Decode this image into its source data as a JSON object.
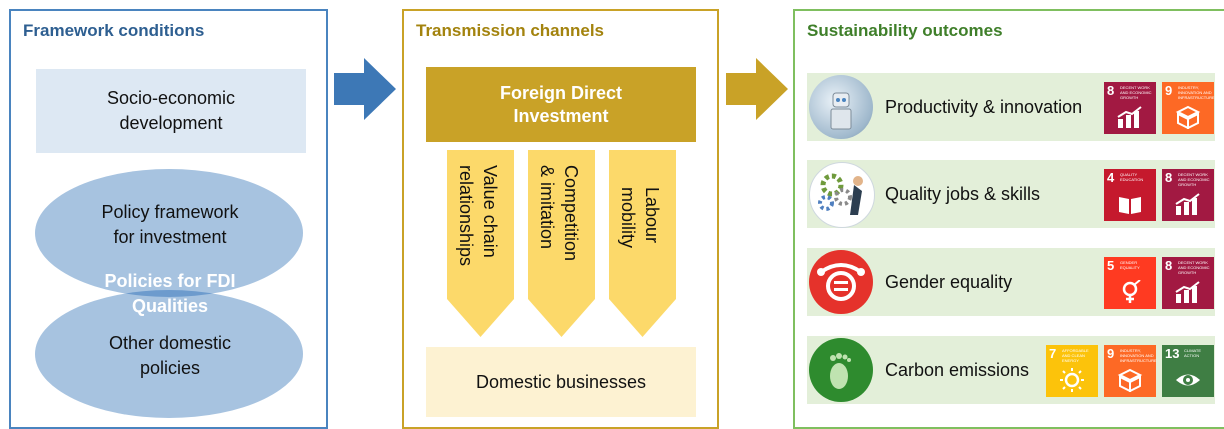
{
  "framework": {
    "title": "Framework conditions",
    "socio": [
      "Socio-economic",
      "development"
    ],
    "policy_framework": [
      "Policy framework",
      "for investment"
    ],
    "policies_fdi": [
      "Policies for FDI",
      "Qualities"
    ],
    "other_policies": [
      "Other domestic",
      "policies"
    ]
  },
  "transmission": {
    "title": "Transmission channels",
    "fdi": [
      "Foreign Direct",
      "Investment"
    ],
    "channels": [
      {
        "line1": "Value chain",
        "line2": "relationships"
      },
      {
        "line1": "Competition",
        "line2": "& imitation"
      },
      {
        "line1": "Labour",
        "line2": "mobility"
      }
    ],
    "domestic": "Domestic businesses"
  },
  "outcomes": {
    "title": "Sustainability outcomes",
    "items": [
      {
        "label": "Productivity & innovation",
        "icon": "robot-icon",
        "sdgs": [
          {
            "num": "8",
            "text": "DECENT WORK AND ECONOMIC GROWTH",
            "color": "#a21942",
            "glyph": "chart-up-icon"
          },
          {
            "num": "9",
            "text": "INDUSTRY, INNOVATION AND INFRASTRUCTURE",
            "color": "#fd6925",
            "glyph": "cubes-icon"
          }
        ]
      },
      {
        "label": "Quality jobs & skills",
        "icon": "gears-worker-icon",
        "sdgs": [
          {
            "num": "4",
            "text": "QUALITY EDUCATION",
            "color": "#c5192d",
            "glyph": "book-icon"
          },
          {
            "num": "8",
            "text": "DECENT WORK AND ECONOMIC GROWTH",
            "color": "#a21942",
            "glyph": "chart-up-icon"
          }
        ]
      },
      {
        "label": "Gender equality",
        "icon": "equality-icon",
        "sdgs": [
          {
            "num": "5",
            "text": "GENDER EQUALITY",
            "color": "#ff3a21",
            "glyph": "gender-icon"
          },
          {
            "num": "8",
            "text": "DECENT WORK AND ECONOMIC GROWTH",
            "color": "#a21942",
            "glyph": "chart-up-icon"
          }
        ]
      },
      {
        "label": "Carbon emissions",
        "icon": "footprint-icon",
        "sdgs": [
          {
            "num": "7",
            "text": "AFFORDABLE AND CLEAN ENERGY",
            "color": "#fcc30b",
            "glyph": "sun-icon"
          },
          {
            "num": "9",
            "text": "INDUSTRY, INNOVATION AND INFRASTRUCTURE",
            "color": "#fd6925",
            "glyph": "cubes-icon"
          },
          {
            "num": "13",
            "text": "CLIMATE ACTION",
            "color": "#3f7e44",
            "glyph": "eye-icon"
          }
        ]
      }
    ]
  },
  "colors": {
    "blue": "#4a84bf",
    "gold": "#c9a227",
    "green": "#7fbf5f"
  }
}
